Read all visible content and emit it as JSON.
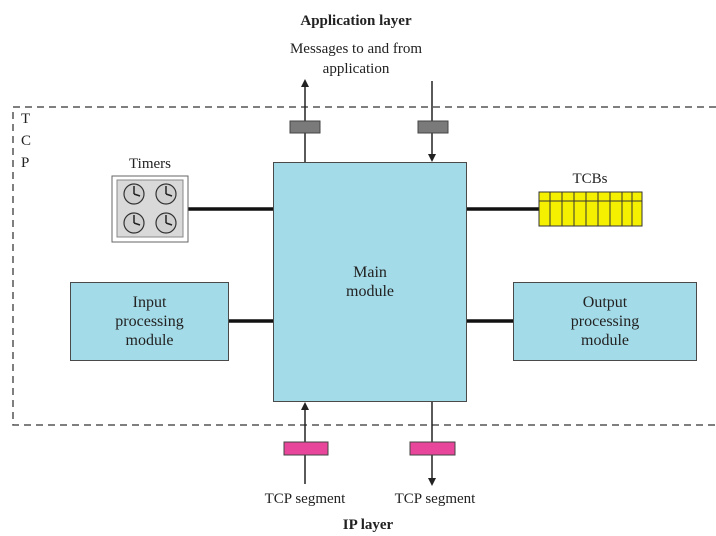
{
  "labels": {
    "application_layer": "Application layer",
    "messages_line1": "Messages to and from",
    "messages_line2": "application",
    "tcp_letters": [
      "T",
      "C",
      "P"
    ],
    "timers": "Timers",
    "tcbs": "TCBs",
    "ip_layer": "IP layer",
    "tcp_segment_in": "TCP segment",
    "tcp_segment_out": "TCP segment"
  },
  "modules": {
    "main": [
      "Main",
      "module"
    ],
    "input": [
      "Input",
      "processing",
      "module"
    ],
    "output": [
      "Output",
      "processing",
      "module"
    ]
  },
  "colors": {
    "module_fill": "#a4dbe8",
    "tcb_fill": "#f5f000",
    "segment_fill": "#e8469a",
    "app_port_fill": "#7a7a7a",
    "timer_box": "#d9d9d9"
  },
  "icons": {
    "timer": "clock-icon"
  }
}
